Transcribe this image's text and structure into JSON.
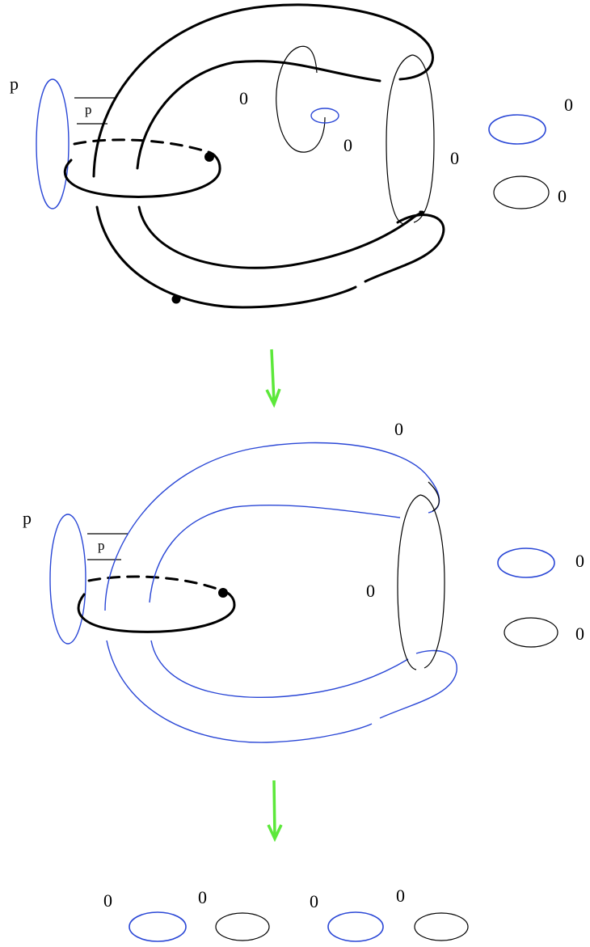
{
  "colors": {
    "blue_curve": "#2a47d6",
    "black_curve": "#000000",
    "arrow": "#5ce83a"
  },
  "panel_top": {
    "labels": {
      "p_outer": "p",
      "p_band": "p",
      "zero_inner": "0",
      "zero_small": "0",
      "zero_torus": "0",
      "zero_unknot_blue": "0",
      "zero_unknot_black": "0"
    }
  },
  "panel_middle": {
    "labels": {
      "zero_top": "0",
      "p_outer": "p",
      "p_band": "p",
      "zero_torus": "0",
      "zero_unknot_blue": "0",
      "zero_unknot_black": "0"
    }
  },
  "panel_bottom": {
    "labels": [
      "0",
      "0",
      "0",
      "0"
    ]
  }
}
